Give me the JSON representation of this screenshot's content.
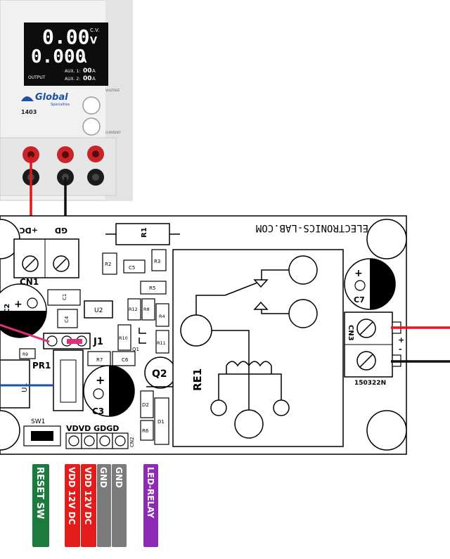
{
  "psu": {
    "voltage_display": "0.00",
    "voltage_unit": "V",
    "cv_label": "C.V.",
    "current_display": "0.000",
    "current_unit": "A",
    "aux1_label": "AUX. 1:",
    "aux1_value": "00",
    "aux1_unit": "A",
    "output_label": "OUTPUT",
    "aux2_label": "AUX. 2:",
    "aux2_value": "00",
    "aux2_unit": "A",
    "brand": "Global",
    "brand_sub": "Specialties",
    "model": "1403",
    "voltage_knob_label": "VOLTAGE",
    "current_knob_label": "CURRENT"
  },
  "pcb": {
    "url_text": "ELECTRONICS-LAB.COM",
    "date_code": "150322N",
    "dc_plus": "+DC",
    "gnd_label": "GD",
    "cn1": "CN1",
    "cn2": "CN2",
    "cn3": "CN3",
    "c1": "C1",
    "c2": "C2",
    "c3": "C3",
    "c4": "C4",
    "c5": "C5",
    "c6": "C6",
    "c7": "C7",
    "r1": "R1",
    "r2": "R2",
    "r3": "R3",
    "r4": "R4",
    "r5": "R5",
    "r6": "R6",
    "r7": "R7",
    "r8": "R8",
    "r9": "R9",
    "r10": "R10",
    "r11": "R11",
    "r12": "R12",
    "u1": "U1",
    "u2": "U2",
    "q1": "Q1",
    "q2": "Q2",
    "d1": "D1",
    "d2": "D2",
    "j1": "J1",
    "pr1": "PR1",
    "sw1": "SW1",
    "re1": "RE1",
    "header_labels": "VDVD GDGD",
    "plus": "+",
    "minus": "-"
  },
  "legend": {
    "reset": "RESET SW",
    "vdd1": "VDD 12V DC",
    "vdd2": "VDD 12V DC",
    "gnd1": "GND",
    "gnd2": "GND",
    "led_relay": "LED-RELAY"
  },
  "colors": {
    "reset": "#1c7a3c",
    "vdd": "#e21b1b",
    "gnd": "#7b7b7b",
    "led_relay": "#8e2bb5",
    "wire_red": "#e0161e",
    "wire_black": "#111111",
    "wire_blue": "#1f4fa3",
    "wire_pink": "#e0307a",
    "jumper": "#e0307a"
  }
}
